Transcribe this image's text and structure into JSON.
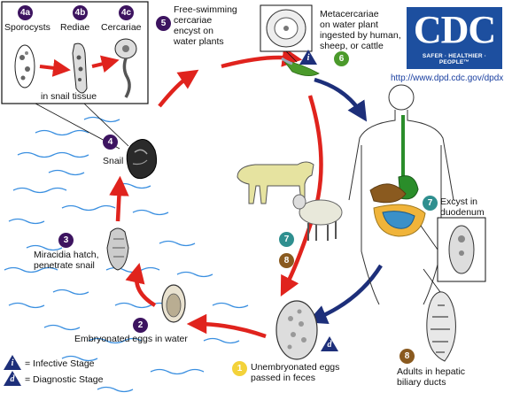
{
  "stages": {
    "s4a": {
      "num": "4a",
      "label": "Sporocysts"
    },
    "s4b": {
      "num": "4b",
      "label": "Rediae"
    },
    "s4c": {
      "num": "4c",
      "label": "Cercariae"
    },
    "snail_tissue": "in snail tissue",
    "s4": {
      "num": "4",
      "label": "Snail"
    },
    "s5": {
      "num": "5",
      "label1": "Free-swimming",
      "label2": "cercariae",
      "label3": "encyst on",
      "label4": "water plants"
    },
    "s6": {
      "num": "6",
      "label1": "Metacercariae",
      "label2": "on water plant",
      "label3": "ingested by human,",
      "label4": "sheep, or cattle"
    },
    "s7": {
      "num": "7",
      "label1": "Excyst in",
      "label2": "duodenum"
    },
    "s7b": {
      "num": "7"
    },
    "s8": {
      "num": "8",
      "label1": "Adults in hepatic",
      "label2": "biliary ducts"
    },
    "s8b": {
      "num": "8"
    },
    "s1": {
      "num": "1",
      "label1": "Unembryonated eggs",
      "label2": "passed in feces"
    },
    "s2": {
      "num": "2",
      "label": "Embryonated eggs in water"
    },
    "s3": {
      "num": "3",
      "label1": "Miracidia hatch,",
      "label2": "penetrate snail"
    }
  },
  "legend": {
    "infective_sym": "i",
    "infective": "= Infective Stage",
    "diagnostic_sym": "d",
    "diagnostic": "= Diagnostic Stage"
  },
  "logo": {
    "text": "CDC",
    "tagline": "SAFER · HEALTHIER · PEOPLE™"
  },
  "url": "http://www.dpd.cdc.gov/dpdx",
  "colors": {
    "purple": "#3d1460",
    "teal": "#2f8f8f",
    "green": "#4b9a2b",
    "brown": "#8a5a1f",
    "yellow": "#f3d23a",
    "navy": "#1d2f7a",
    "red": "#e0231d",
    "water": "#3a8fe0"
  }
}
